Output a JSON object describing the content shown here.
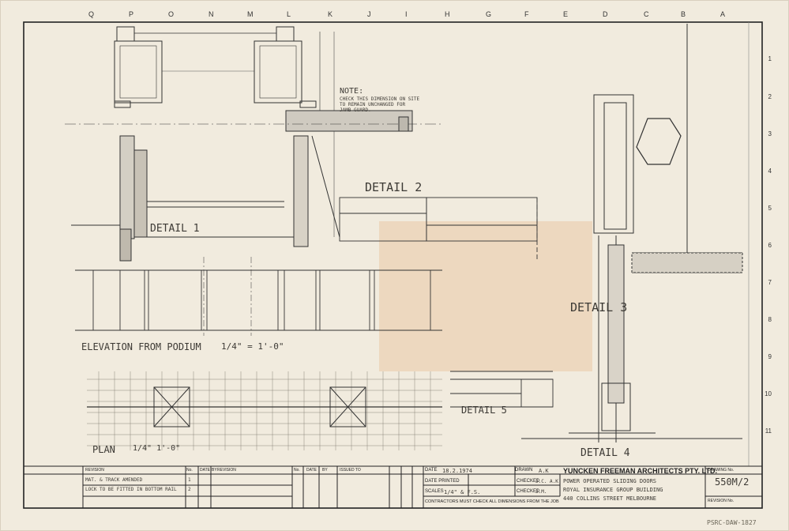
{
  "grid": {
    "letters": [
      "Q",
      "P",
      "O",
      "N",
      "M",
      "L",
      "K",
      "J",
      "I",
      "H",
      "G",
      "F",
      "E",
      "D",
      "C",
      "B",
      "A"
    ],
    "numbers": [
      "1",
      "2",
      "3",
      "4",
      "5",
      "6",
      "7",
      "8",
      "9",
      "10",
      "11"
    ]
  },
  "details": {
    "detail_1": "DETAIL 1",
    "detail_2": "DETAIL 2",
    "detail_3": "DETAIL 3",
    "detail_4": "DETAIL 4",
    "detail_5": "DETAIL 5",
    "elevation": "ELEVATION FROM PODIUM",
    "elevation_scale": "1/4\" = 1'-0\"",
    "plan": "PLAN",
    "plan_scale": "1/4\" 1'-0\""
  },
  "notes": {
    "heading": "NOTE:",
    "text": "CHECK THIS DIMENSION ON SITE\nTO REMAIN UNCHANGED FOR\nJAMB GUARD."
  },
  "title_block": {
    "revision_header": "REVISION",
    "no_header": "No.",
    "date_header": "DATE",
    "by_header": "BY",
    "issued_to_header": "ISSUED TO",
    "revisions": [
      {
        "no": "1",
        "text": "MAT. & TRACK AMENDED"
      },
      {
        "no": "2",
        "text": "LOCK TO BE FITTED IN BOTTOM RAIL"
      }
    ],
    "date_label": "DATE",
    "date_value": "18.2.1974",
    "drawn_label": "DRAWN",
    "drawn_value": "A.K",
    "date_printed_label": "DATE PRINTED",
    "checked_label": "CHECKED",
    "checked_1_value": "J.C.  A.K",
    "checked_2_value": "J.M.",
    "scales_label": "SCALES",
    "scales_value": "1/4\" & F.S.",
    "contractor_note": "CONTRACTORS MUST CHECK ALL DIMENSIONS FROM THE JOB",
    "firm": "YUNCKEN FREEMAN ARCHITECTS PTY. LTD.",
    "project_lines": [
      "POWER OPERATED SLIDING DOORS",
      "ROYAL INSURANCE GROUP BUILDING",
      "440 COLLINS STREET MELBOURNE"
    ],
    "drawing_no_label": "DRAWING No.",
    "drawing_no": "550M/2",
    "revision_no_label": "REVISION No."
  },
  "archive": {
    "stamp": "PSRC-DAW-1827"
  }
}
